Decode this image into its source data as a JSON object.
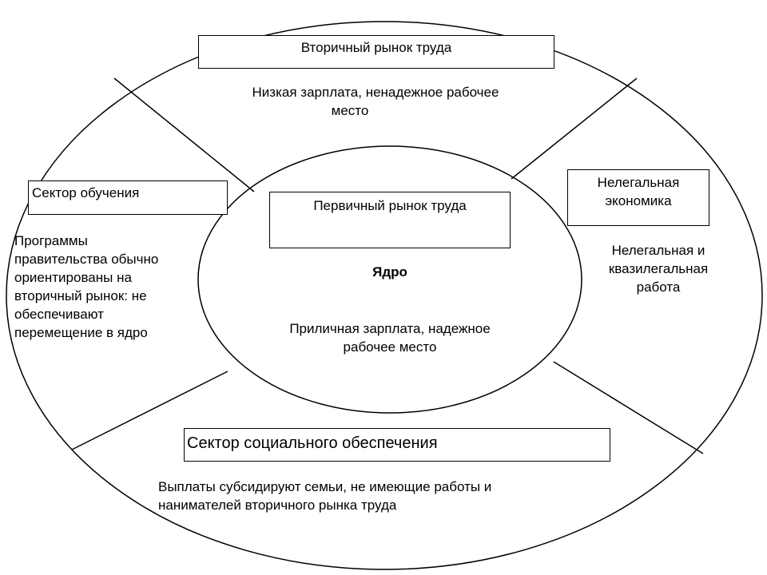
{
  "colors": {
    "stroke": "#000000",
    "background": "#ffffff"
  },
  "secondary_market": {
    "title": "Вторичный рынок труда",
    "desc_line1": "Низкая зарплата, ненадежное рабочее",
    "desc_line2": "место"
  },
  "primary_market": {
    "title": "Первичный рынок труда",
    "core_label": "Ядро",
    "desc_line1": "Приличная зарплата, надежное",
    "desc_line2": "рабочее место"
  },
  "training_sector": {
    "title": "Сектор обучения",
    "desc_lines": [
      "Программы",
      "правительства обычно",
      "ориентированы на",
      "вторичный рынок: не",
      "обеспечивают",
      "перемещение в ядро"
    ]
  },
  "illegal_economy": {
    "title_line1": "Нелегальная",
    "title_line2": "экономика",
    "desc_line1": "Нелегальная и",
    "desc_line2": "квазилегальная",
    "desc_line3": "работа"
  },
  "social_sector": {
    "title": "Сектор социального обеспечения",
    "desc_line1": "Выплаты субсидируют семьи, не имеющие работы и",
    "desc_line2": "нанимателей вторичного рынка труда"
  }
}
